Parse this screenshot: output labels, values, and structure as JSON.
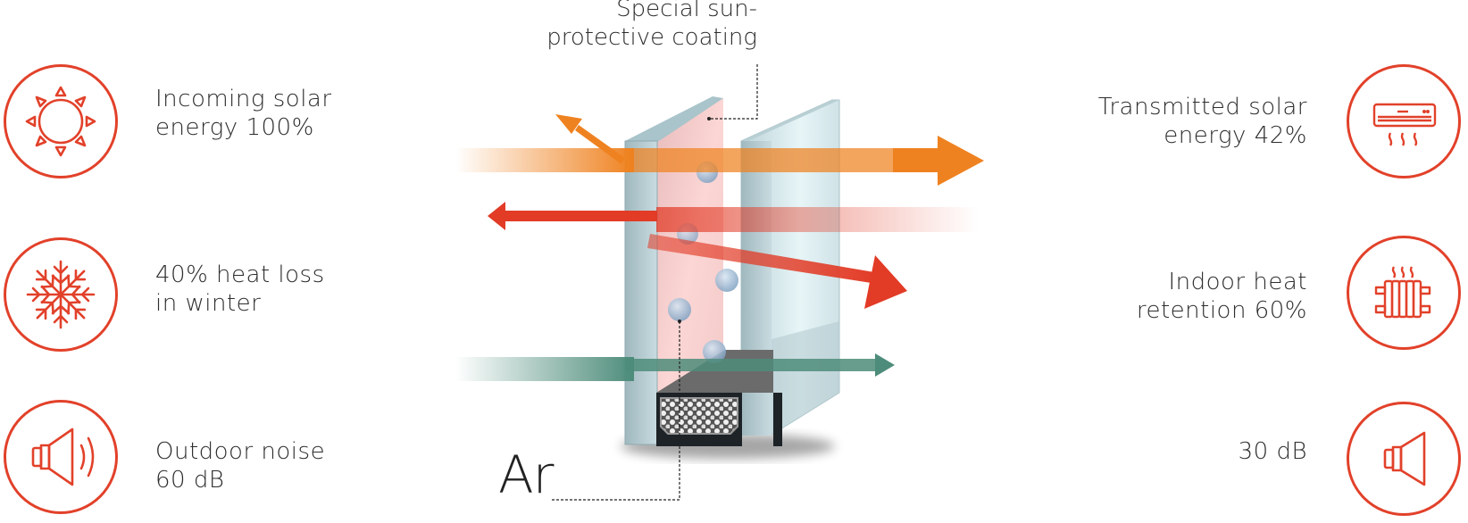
{
  "coating_label": {
    "line1": "Special sun-",
    "line2": "protective coating"
  },
  "gas_label": "Ar",
  "left_items": [
    {
      "icon": "sun-icon",
      "line1": "Incoming solar",
      "line2": "energy 100%"
    },
    {
      "icon": "snowflake-icon",
      "line1": "40% heat loss",
      "line2": "in winter"
    },
    {
      "icon": "speaker-loud-icon",
      "line1": "Outdoor noise",
      "line2": "60 dB"
    }
  ],
  "right_items": [
    {
      "icon": "air-conditioner-icon",
      "line1": "Transmitted solar",
      "line2": "energy 42%"
    },
    {
      "icon": "radiator-icon",
      "line1": "Indoor heat",
      "line2": "retention 60%"
    },
    {
      "icon": "speaker-quiet-icon",
      "line1": "",
      "line2": "30 dB"
    }
  ],
  "colors": {
    "accent": "#e2412a",
    "solar_arrow": "#ef8220",
    "heat_arrow": "#e23b26",
    "noise_arrow": "#4d8c7a",
    "coating": "#f6c6c4",
    "glass": "#c9dde2"
  }
}
